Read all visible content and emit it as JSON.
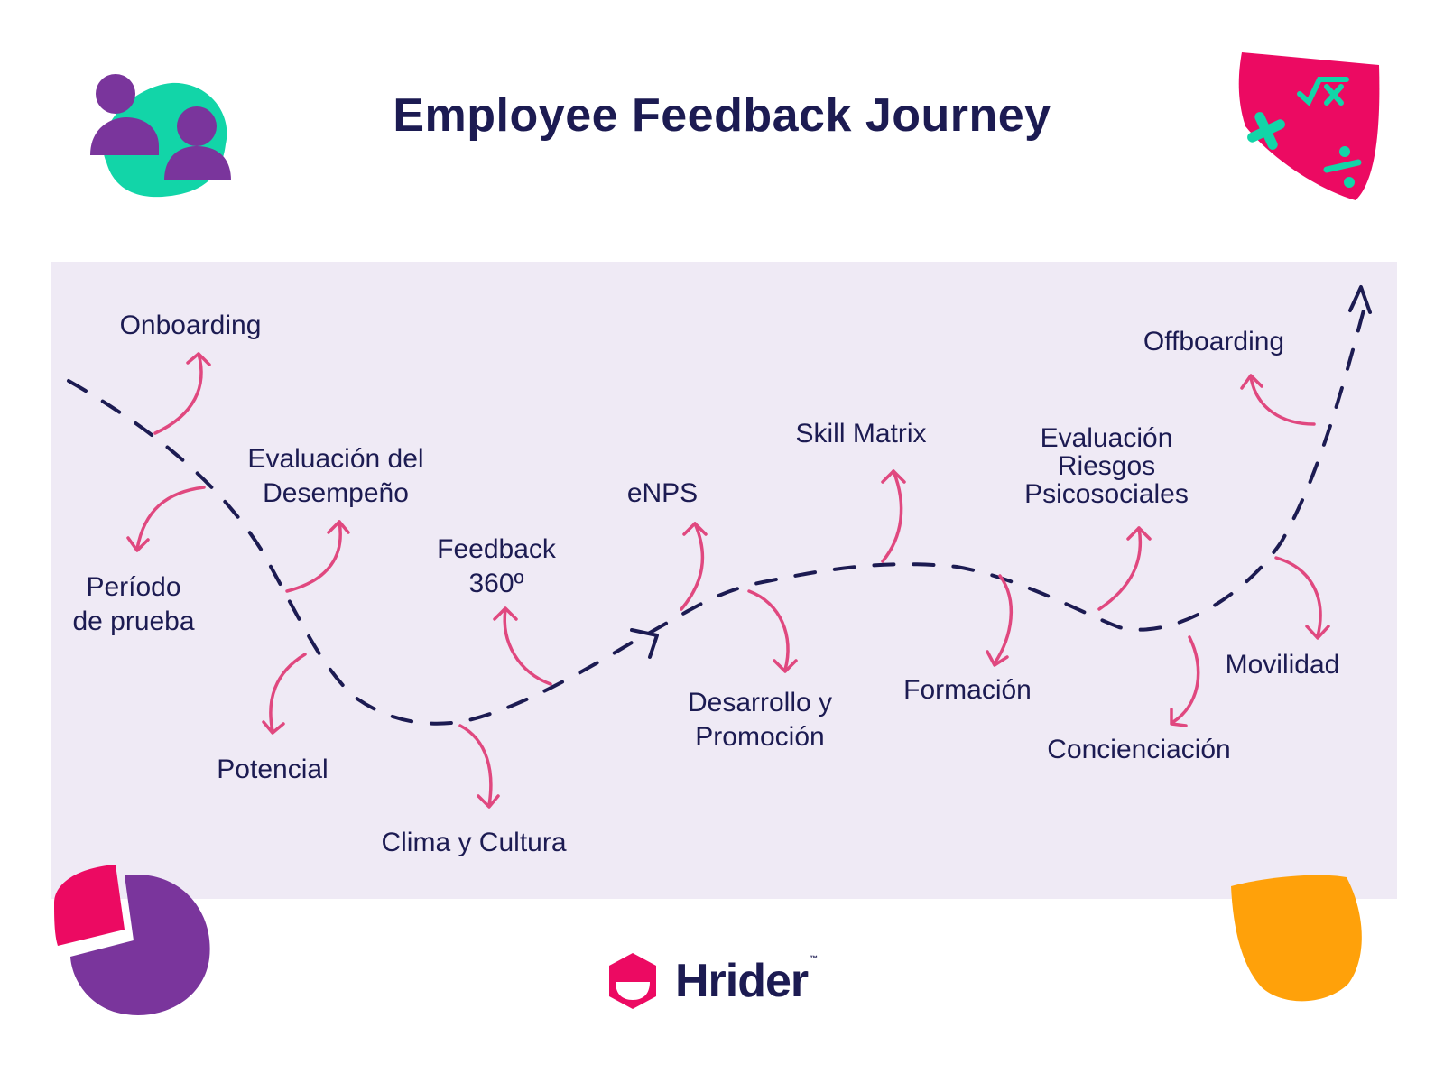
{
  "title": "Employee Feedback Journey",
  "stages": {
    "onboarding": "Onboarding",
    "periodo_prueba": "Período\nde prueba",
    "evaluacion_desempeno": "Evaluación del\nDesempeño",
    "potencial": "Potencial",
    "clima_cultura": "Clima y Cultura",
    "feedback_360": "Feedback\n360º",
    "enps": "eNPS",
    "desarrollo_promocion": "Desarrollo y\nPromoción",
    "skill_matrix": "Skill Matrix",
    "formacion": "Formación",
    "evaluacion_riesgos": "Evaluación\nRiesgos\nPsicosociales",
    "concienciacion": "Concienciación",
    "offboarding": "Offboarding",
    "movilidad": "Movilidad"
  },
  "brand": {
    "name": "Hrider",
    "trademark": "™"
  },
  "icons": {
    "people": "people-icon",
    "math": "math-symbols-icon",
    "pie": "pie-chart-icon",
    "drop": "drop-shape-icon",
    "logo": "hrider-logo-icon"
  },
  "colors": {
    "navy": "#1c1b52",
    "panel": "#efeaf5",
    "arrow_pink": "#e0487f",
    "purple": "#7a359c",
    "teal": "#12d5a8",
    "magenta": "#ec0a62",
    "orange": "#ffa10a"
  }
}
